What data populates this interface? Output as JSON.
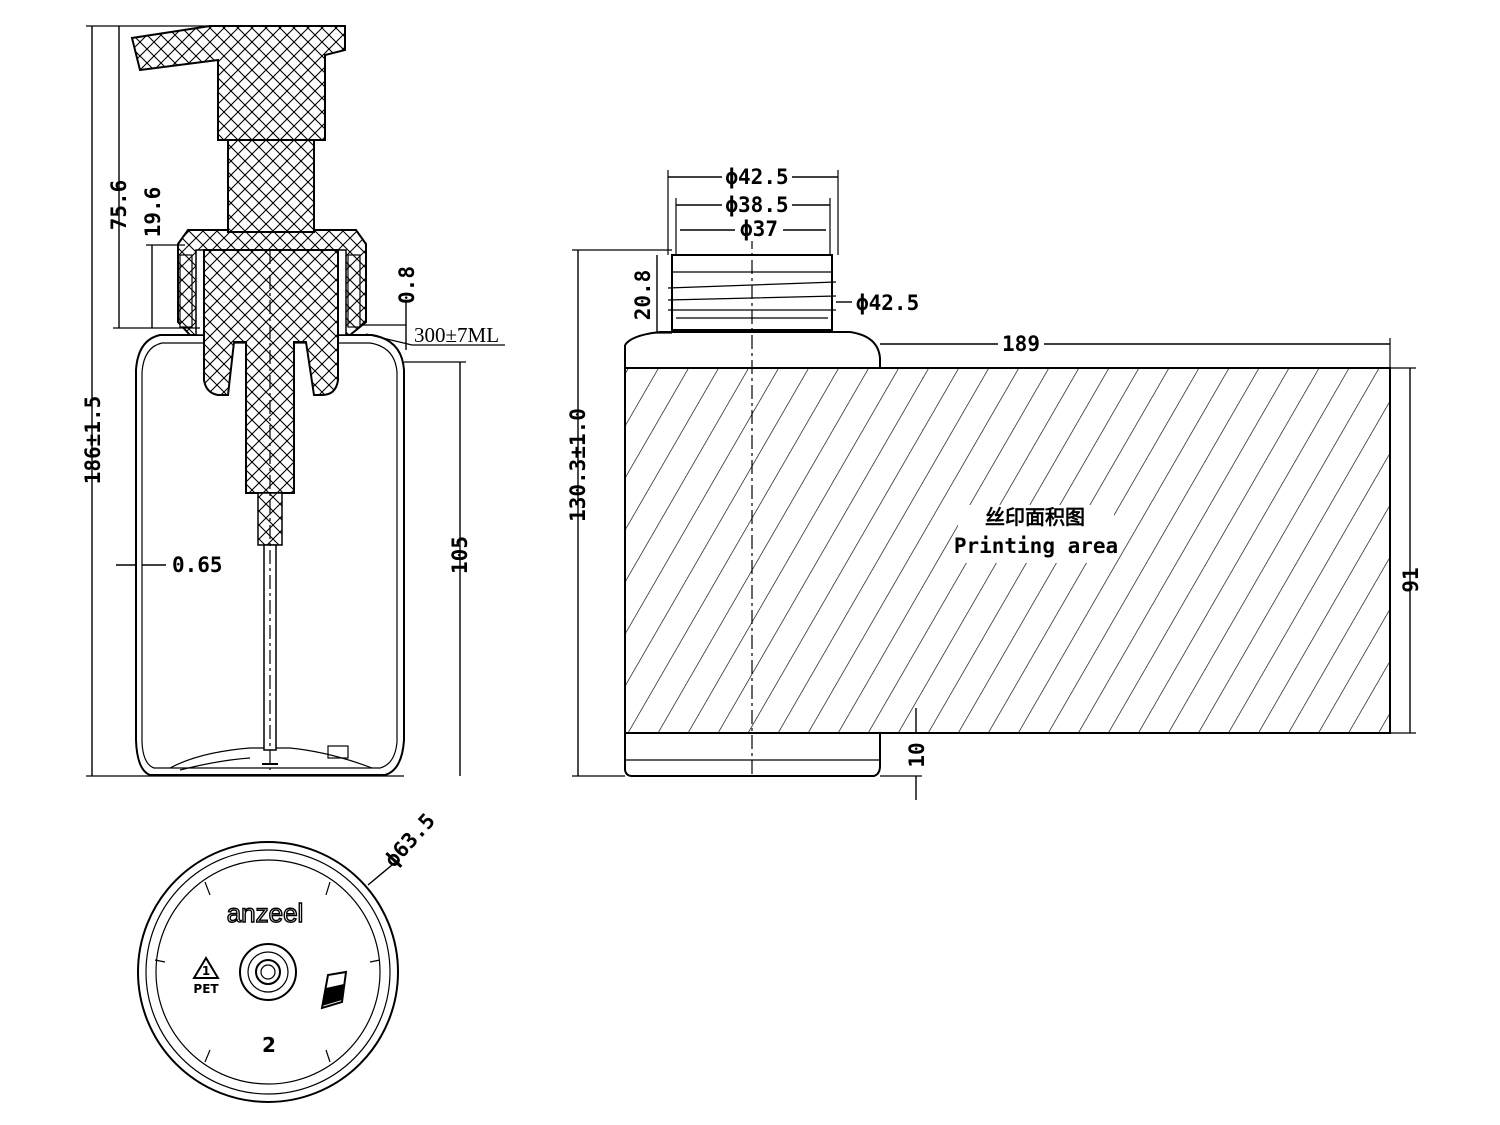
{
  "front_view": {
    "dim_total_height": "186±1.5",
    "dim_pump_height": "75.6",
    "dim_collar_height": "19.6",
    "dim_collar_gap": "0.8",
    "capacity": "300±7ML",
    "dim_wall": "0.65",
    "dim_body_height": "105"
  },
  "side_view": {
    "dim_neck_outer": "ϕ42.5",
    "dim_neck_mid": "ϕ38.5",
    "dim_neck_inner": "ϕ37",
    "dim_thread": "ϕ42.5",
    "dim_neck_height": "20.8",
    "dim_total_height": "130.3±1.0",
    "dim_print_width": "189",
    "dim_print_height": "91",
    "dim_bottom_margin": "10",
    "print_label_cn": "丝印面积图",
    "print_label_en": "Printing area"
  },
  "bottom_view": {
    "dim_diameter": "ϕ63.5",
    "brand": "anzeel",
    "recycle_code": "1",
    "recycle_material": "PET",
    "mold_number": "2"
  },
  "icons": [
    "hatch-pattern",
    "recycle-triangle-icon",
    "brand-logo"
  ]
}
